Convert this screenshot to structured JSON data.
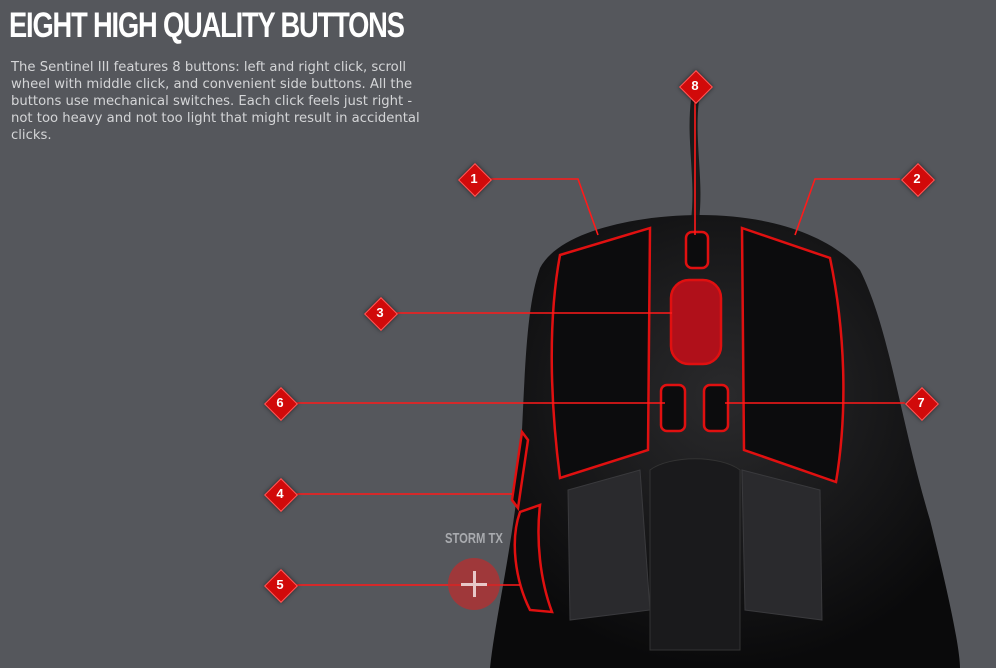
{
  "heading": "EIGHT HIGH QUALITY BUTTONS",
  "description": "The Sentinel III features 8 buttons: left and right click, scroll wheel with middle click, and convenient side buttons. All the buttons use mechanical switches. Each click feels just right - not too heavy and not too light that might result in accidental clicks.",
  "model_label": "STORM TX",
  "markers": [
    "1",
    "2",
    "3",
    "4",
    "5",
    "6",
    "7",
    "8"
  ],
  "colors": {
    "background": "#55575c",
    "accent": "#d10a0a"
  }
}
